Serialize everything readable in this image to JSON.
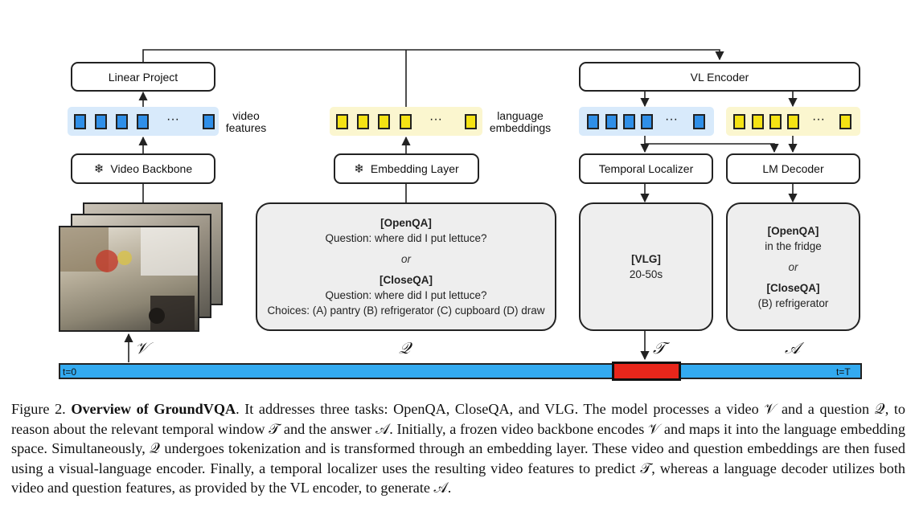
{
  "boxes": {
    "linear_project": "Linear Project",
    "vl_encoder": "VL Encoder",
    "video_backbone": "Video Backbone",
    "embedding_layer": "Embedding Layer",
    "temporal_localizer": "Temporal Localizer",
    "lm_decoder": "LM Decoder"
  },
  "labels": {
    "video_features_1": "video",
    "video_features_2": "features",
    "language_embeddings_1": "language",
    "language_embeddings_2": "embeddings",
    "ellipsis": "···"
  },
  "icons": {
    "frozen": "snowflake-icon",
    "snowflake_glyph": "❄"
  },
  "question_box": {
    "tag1": "[OpenQA]",
    "q1": "Question: where did I put lettuce?",
    "or": "or",
    "tag2": "[CloseQA]",
    "q2": "Question: where did I put lettuce?",
    "choices": "Choices: (A) pantry (B) refrigerator (C) cupboard (D) draw"
  },
  "vlg_box": {
    "tag": "[VLG]",
    "value": "20-50s"
  },
  "answer_box": {
    "tag1": "[OpenQA]",
    "a1": "in the fridge",
    "or": "or",
    "tag2": "[CloseQA]",
    "a2": "(B) refrigerator"
  },
  "symbols": {
    "video": "𝒱",
    "question": "𝒬",
    "window": "𝒯",
    "answer": "𝒜"
  },
  "timeline": {
    "start": "t=0",
    "end": "t=T"
  },
  "caption": {
    "label": "Figure 2.",
    "title": "Overview of GroundVQA",
    "body": ". It addresses three tasks: OpenQA, CloseQA, and VLG. The model processes a video 𝒱 and a question 𝒬, to reason about the relevant temporal window 𝒯 and the answer 𝒜. Initially, a frozen video backbone encodes 𝒱 and maps it into the language embedding space. Simultaneously, 𝒬 undergoes tokenization and is transformed through an embedding layer. These video and question embeddings are then fused using a visual-language encoder. Finally, a temporal localizer uses the resulting video features to predict 𝒯, whereas a language decoder utilizes both video and question features, as provided by the VL encoder, to generate 𝒜."
  },
  "colors": {
    "video_token": "#2f8fe8",
    "language_token": "#f5e314",
    "timeline": "#33aaf0",
    "window": "#e8261b"
  }
}
